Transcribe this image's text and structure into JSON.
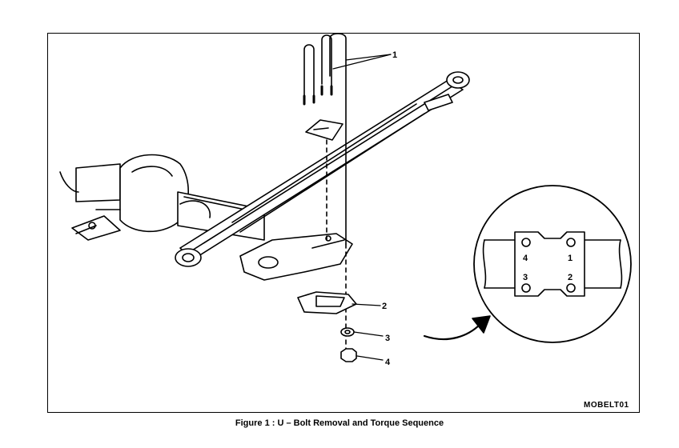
{
  "figure": {
    "caption": "Figure 1 : U – Bolt Removal and Torque Sequence",
    "code": "MOBELT01"
  },
  "callouts": {
    "u_bolts": "1",
    "spacer": "2",
    "washer": "3",
    "nut": "4"
  },
  "inset": {
    "bolt_order": [
      "4",
      "1",
      "3",
      "2"
    ]
  }
}
